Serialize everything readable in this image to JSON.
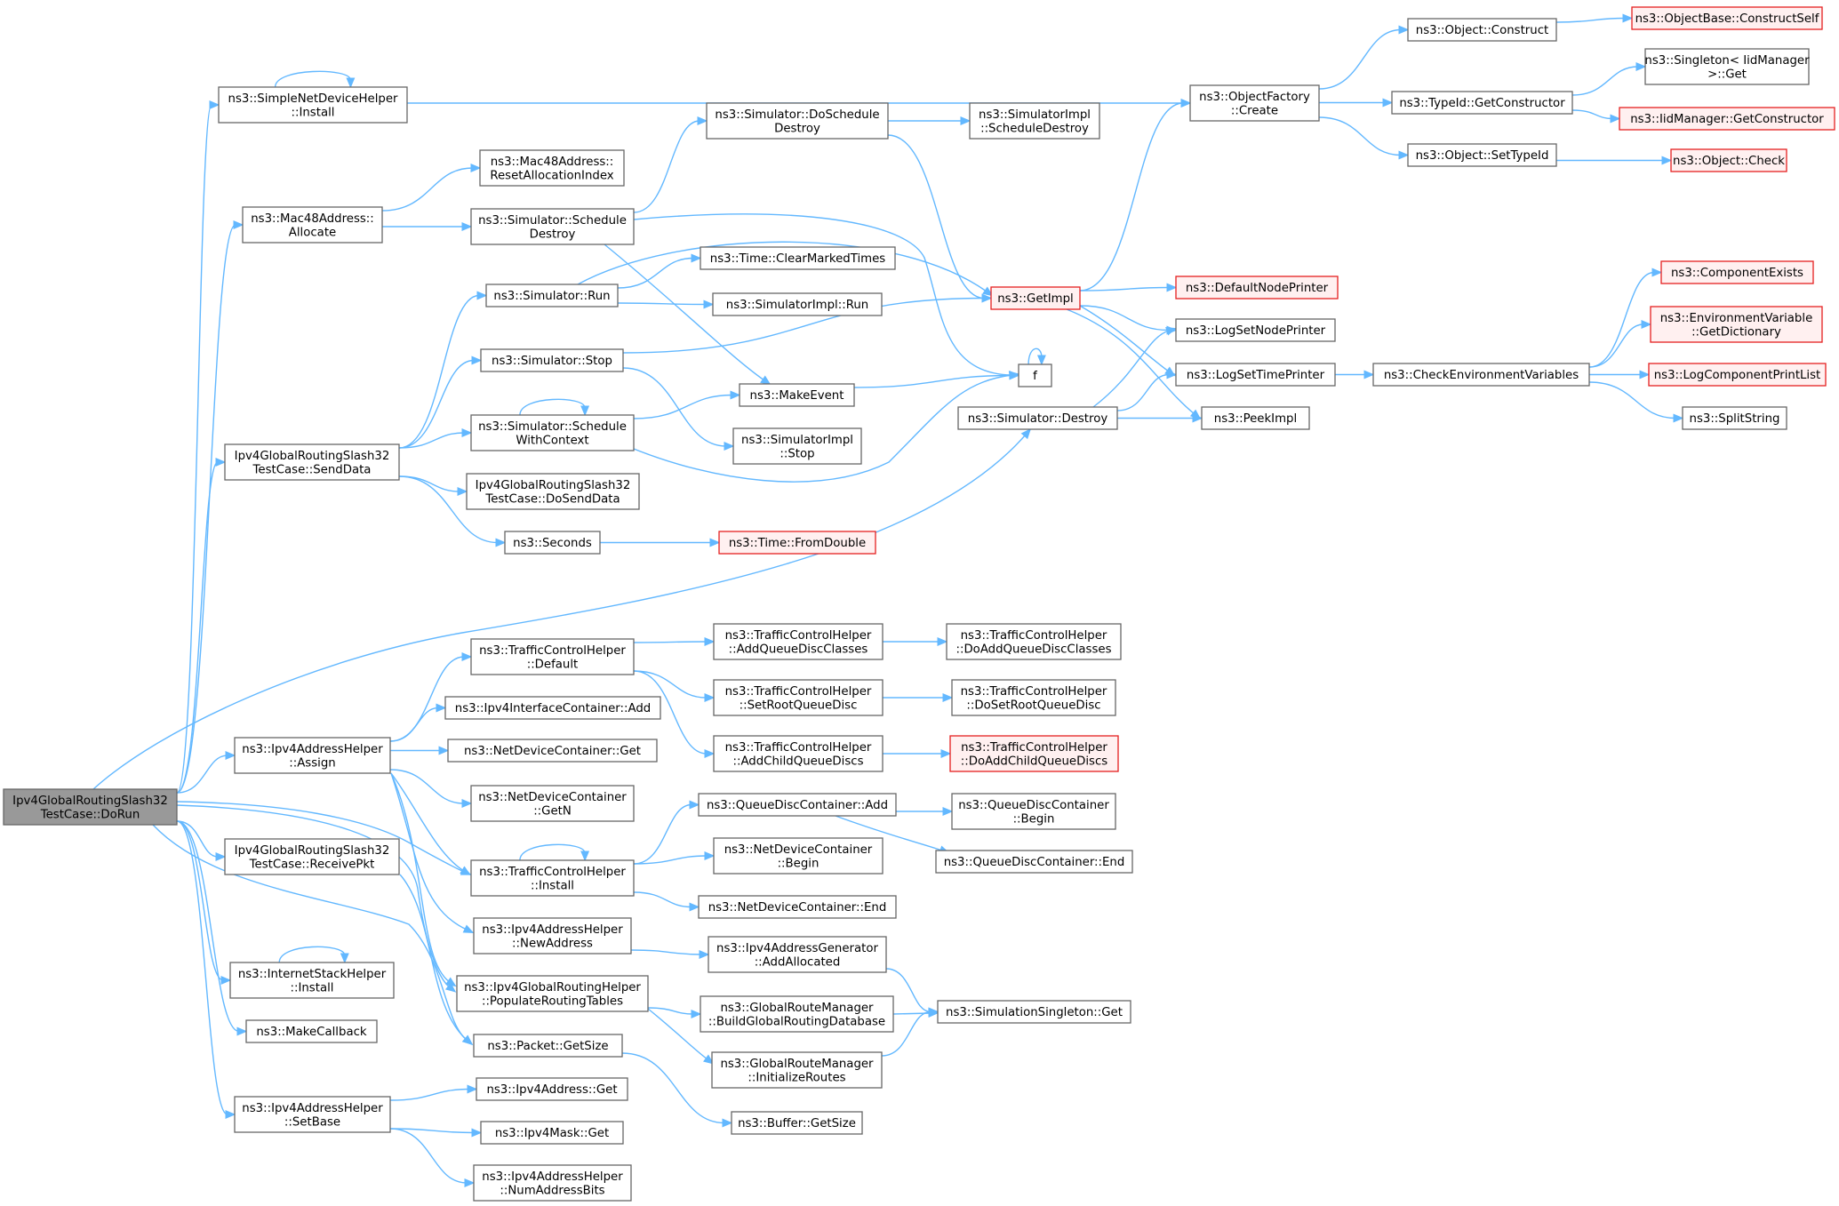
{
  "diagram": {
    "nodes": [
      {
        "id": "dorun",
        "lines": [
          "Ipv4GlobalRoutingSlash32",
          "TestCase::DoRun"
        ],
        "style": "root"
      },
      {
        "id": "sndh_install",
        "lines": [
          "ns3::SimpleNetDeviceHelper",
          "::Install"
        ]
      },
      {
        "id": "mac_alloc",
        "lines": [
          "ns3::Mac48Address::",
          "Allocate"
        ]
      },
      {
        "id": "senddata",
        "lines": [
          "Ipv4GlobalRoutingSlash32",
          "TestCase::SendData"
        ]
      },
      {
        "id": "sim_destroy",
        "lines": [
          "ns3::Simulator::Destroy"
        ]
      },
      {
        "id": "iah_assign",
        "lines": [
          "ns3::Ipv4AddressHelper",
          "::Assign"
        ]
      },
      {
        "id": "receivepkt",
        "lines": [
          "Ipv4GlobalRoutingSlash32",
          "TestCase::ReceivePkt"
        ]
      },
      {
        "id": "ish_install",
        "lines": [
          "ns3::InternetStackHelper",
          "::Install"
        ]
      },
      {
        "id": "makecallback",
        "lines": [
          "ns3::MakeCallback"
        ]
      },
      {
        "id": "iah_setbase",
        "lines": [
          "ns3::Ipv4AddressHelper",
          "::SetBase"
        ]
      },
      {
        "id": "mac_reset",
        "lines": [
          "ns3::Mac48Address::",
          "ResetAllocationIndex"
        ]
      },
      {
        "id": "sim_schedestroy",
        "lines": [
          "ns3::Simulator::Schedule",
          "Destroy"
        ]
      },
      {
        "id": "sim_doschedestroy",
        "lines": [
          "ns3::Simulator::DoSchedule",
          "Destroy"
        ]
      },
      {
        "id": "simimpl_schedestroy",
        "lines": [
          "ns3::SimulatorImpl",
          "::ScheduleDestroy"
        ]
      },
      {
        "id": "sim_run",
        "lines": [
          "ns3::Simulator::Run"
        ]
      },
      {
        "id": "sim_stop",
        "lines": [
          "ns3::Simulator::Stop"
        ]
      },
      {
        "id": "sim_schedctx",
        "lines": [
          "ns3::Simulator::Schedule",
          "WithContext"
        ]
      },
      {
        "id": "dosenddata",
        "lines": [
          "Ipv4GlobalRoutingSlash32",
          "TestCase::DoSendData"
        ]
      },
      {
        "id": "seconds",
        "lines": [
          "ns3::Seconds"
        ]
      },
      {
        "id": "time_clear",
        "lines": [
          "ns3::Time::ClearMarkedTimes"
        ]
      },
      {
        "id": "simimpl_run",
        "lines": [
          "ns3::SimulatorImpl::Run"
        ]
      },
      {
        "id": "makeevent",
        "lines": [
          "ns3::MakeEvent"
        ]
      },
      {
        "id": "simimpl_stop",
        "lines": [
          "ns3::SimulatorImpl",
          "::Stop"
        ]
      },
      {
        "id": "time_fromdouble",
        "lines": [
          "ns3::Time::FromDouble"
        ],
        "style": "red"
      },
      {
        "id": "getimpl",
        "lines": [
          "ns3::GetImpl"
        ],
        "style": "red"
      },
      {
        "id": "f",
        "lines": [
          "f"
        ]
      },
      {
        "id": "objfactory_create",
        "lines": [
          "ns3::ObjectFactory",
          "::Create"
        ]
      },
      {
        "id": "obj_construct",
        "lines": [
          "ns3::Object::Construct"
        ]
      },
      {
        "id": "typeid_getctor",
        "lines": [
          "ns3::TypeId::GetConstructor"
        ]
      },
      {
        "id": "obj_settypeid",
        "lines": [
          "ns3::Object::SetTypeId"
        ]
      },
      {
        "id": "objbase_constructself",
        "lines": [
          "ns3::ObjectBase::ConstructSelf"
        ],
        "style": "red"
      },
      {
        "id": "singleton_get",
        "lines": [
          "ns3::Singleton< IidManager",
          " >::Get"
        ]
      },
      {
        "id": "iidmgr_getctor",
        "lines": [
          "ns3::IidManager::GetConstructor"
        ],
        "style": "red"
      },
      {
        "id": "obj_check",
        "lines": [
          "ns3::Object::Check"
        ],
        "style": "red"
      },
      {
        "id": "defaultnodeprinter",
        "lines": [
          "ns3::DefaultNodePrinter"
        ],
        "style": "red"
      },
      {
        "id": "logsetnodeprinter",
        "lines": [
          "ns3::LogSetNodePrinter"
        ]
      },
      {
        "id": "logsettimeprinter",
        "lines": [
          "ns3::LogSetTimePrinter"
        ]
      },
      {
        "id": "peekimpl",
        "lines": [
          "ns3::PeekImpl"
        ]
      },
      {
        "id": "checkenv",
        "lines": [
          "ns3::CheckEnvironmentVariables"
        ]
      },
      {
        "id": "compexists",
        "lines": [
          "ns3::ComponentExists"
        ],
        "style": "red"
      },
      {
        "id": "envvar_getdict",
        "lines": [
          "ns3::EnvironmentVariable",
          "::GetDictionary"
        ],
        "style": "red"
      },
      {
        "id": "logcompprintlist",
        "lines": [
          "ns3::LogComponentPrintList"
        ],
        "style": "red"
      },
      {
        "id": "splitstring",
        "lines": [
          "ns3::SplitString"
        ]
      },
      {
        "id": "tch_default",
        "lines": [
          "ns3::TrafficControlHelper",
          "::Default"
        ]
      },
      {
        "id": "ipv4ic_add",
        "lines": [
          "ns3::Ipv4InterfaceContainer::Add"
        ]
      },
      {
        "id": "ndc_get",
        "lines": [
          "ns3::NetDeviceContainer::Get"
        ]
      },
      {
        "id": "ndc_getn",
        "lines": [
          "ns3::NetDeviceContainer",
          "::GetN"
        ]
      },
      {
        "id": "tch_install",
        "lines": [
          "ns3::TrafficControlHelper",
          "::Install"
        ]
      },
      {
        "id": "iah_newaddress",
        "lines": [
          "ns3::Ipv4AddressHelper",
          "::NewAddress"
        ]
      },
      {
        "id": "igrh_populate",
        "lines": [
          "ns3::Ipv4GlobalRoutingHelper",
          "::PopulateRoutingTables"
        ]
      },
      {
        "id": "packet_getsize",
        "lines": [
          "ns3::Packet::GetSize"
        ]
      },
      {
        "id": "ipv4addr_get",
        "lines": [
          "ns3::Ipv4Address::Get"
        ]
      },
      {
        "id": "ipv4mask_get",
        "lines": [
          "ns3::Ipv4Mask::Get"
        ]
      },
      {
        "id": "iah_numaddrbits",
        "lines": [
          "ns3::Ipv4AddressHelper",
          "::NumAddressBits"
        ]
      },
      {
        "id": "tch_addqdclasses",
        "lines": [
          "ns3::TrafficControlHelper",
          "::AddQueueDiscClasses"
        ]
      },
      {
        "id": "tch_setrootqd",
        "lines": [
          "ns3::TrafficControlHelper",
          "::SetRootQueueDisc"
        ]
      },
      {
        "id": "tch_addchildqds",
        "lines": [
          "ns3::TrafficControlHelper",
          "::AddChildQueueDiscs"
        ]
      },
      {
        "id": "tch_doaddqdclasses",
        "lines": [
          "ns3::TrafficControlHelper",
          "::DoAddQueueDiscClasses"
        ]
      },
      {
        "id": "tch_dosetrootqd",
        "lines": [
          "ns3::TrafficControlHelper",
          "::DoSetRootQueueDisc"
        ]
      },
      {
        "id": "tch_doaddchildqds",
        "lines": [
          "ns3::TrafficControlHelper",
          "::DoAddChildQueueDiscs"
        ],
        "style": "red"
      },
      {
        "id": "qdc_add",
        "lines": [
          "ns3::QueueDiscContainer::Add"
        ]
      },
      {
        "id": "ndc_begin",
        "lines": [
          "ns3::NetDeviceContainer",
          "::Begin"
        ]
      },
      {
        "id": "ndc_end",
        "lines": [
          "ns3::NetDeviceContainer::End"
        ]
      },
      {
        "id": "qdc_begin",
        "lines": [
          "ns3::QueueDiscContainer",
          "::Begin"
        ]
      },
      {
        "id": "qdc_end",
        "lines": [
          "ns3::QueueDiscContainer::End"
        ]
      },
      {
        "id": "iag_addallocated",
        "lines": [
          "ns3::Ipv4AddressGenerator",
          "::AddAllocated"
        ]
      },
      {
        "id": "grm_buildgrdb",
        "lines": [
          "ns3::GlobalRouteManager",
          "::BuildGlobalRoutingDatabase"
        ]
      },
      {
        "id": "grm_initroutes",
        "lines": [
          "ns3::GlobalRouteManager",
          "::InitializeRoutes"
        ]
      },
      {
        "id": "simsingleton_get",
        "lines": [
          "ns3::SimulationSingleton::Get"
        ]
      },
      {
        "id": "buffer_getsize",
        "lines": [
          "ns3::Buffer::GetSize"
        ]
      }
    ],
    "edges": [
      [
        "dorun",
        "sndh_install"
      ],
      [
        "dorun",
        "mac_alloc"
      ],
      [
        "dorun",
        "senddata"
      ],
      [
        "dorun",
        "sim_destroy"
      ],
      [
        "dorun",
        "iah_assign"
      ],
      [
        "dorun",
        "receivepkt"
      ],
      [
        "dorun",
        "ish_install"
      ],
      [
        "dorun",
        "makecallback"
      ],
      [
        "dorun",
        "iah_setbase"
      ],
      [
        "dorun",
        "tch_install"
      ],
      [
        "dorun",
        "igrh_populate"
      ],
      [
        "dorun",
        "packet_getsize"
      ],
      [
        "sndh_install",
        "sndh_install"
      ],
      [
        "sndh_install",
        "objfactory_create"
      ],
      [
        "mac_alloc",
        "mac_reset"
      ],
      [
        "mac_alloc",
        "sim_schedestroy"
      ],
      [
        "sim_schedestroy",
        "sim_doschedestroy"
      ],
      [
        "sim_schedestroy",
        "makeevent"
      ],
      [
        "sim_schedestroy",
        "f"
      ],
      [
        "sim_doschedestroy",
        "simimpl_schedestroy"
      ],
      [
        "sim_doschedestroy",
        "getimpl"
      ],
      [
        "senddata",
        "sim_run"
      ],
      [
        "senddata",
        "sim_stop"
      ],
      [
        "senddata",
        "sim_schedctx"
      ],
      [
        "senddata",
        "dosenddata"
      ],
      [
        "senddata",
        "seconds"
      ],
      [
        "sim_run",
        "getimpl"
      ],
      [
        "sim_run",
        "time_clear"
      ],
      [
        "sim_run",
        "simimpl_run"
      ],
      [
        "sim_stop",
        "getimpl"
      ],
      [
        "sim_stop",
        "simimpl_stop"
      ],
      [
        "sim_schedctx",
        "sim_schedctx"
      ],
      [
        "sim_schedctx",
        "makeevent"
      ],
      [
        "sim_schedctx",
        "f"
      ],
      [
        "seconds",
        "time_fromdouble"
      ],
      [
        "makeevent",
        "f"
      ],
      [
        "f",
        "f"
      ],
      [
        "getimpl",
        "objfactory_create"
      ],
      [
        "getimpl",
        "defaultnodeprinter"
      ],
      [
        "getimpl",
        "logsetnodeprinter"
      ],
      [
        "getimpl",
        "logsettimeprinter"
      ],
      [
        "getimpl",
        "peekimpl"
      ],
      [
        "sim_destroy",
        "logsetnodeprinter"
      ],
      [
        "sim_destroy",
        "logsettimeprinter"
      ],
      [
        "sim_destroy",
        "peekimpl"
      ],
      [
        "objfactory_create",
        "obj_construct"
      ],
      [
        "objfactory_create",
        "typeid_getctor"
      ],
      [
        "objfactory_create",
        "obj_settypeid"
      ],
      [
        "obj_construct",
        "objbase_constructself"
      ],
      [
        "typeid_getctor",
        "singleton_get"
      ],
      [
        "typeid_getctor",
        "iidmgr_getctor"
      ],
      [
        "obj_settypeid",
        "obj_check"
      ],
      [
        "logsettimeprinter",
        "checkenv"
      ],
      [
        "checkenv",
        "compexists"
      ],
      [
        "checkenv",
        "envvar_getdict"
      ],
      [
        "checkenv",
        "logcompprintlist"
      ],
      [
        "checkenv",
        "splitstring"
      ],
      [
        "iah_assign",
        "tch_default"
      ],
      [
        "iah_assign",
        "ipv4ic_add"
      ],
      [
        "iah_assign",
        "ndc_get"
      ],
      [
        "iah_assign",
        "ndc_getn"
      ],
      [
        "iah_assign",
        "tch_install"
      ],
      [
        "iah_assign",
        "iah_newaddress"
      ],
      [
        "iah_assign",
        "igrh_populate"
      ],
      [
        "tch_default",
        "tch_addqdclasses"
      ],
      [
        "tch_default",
        "tch_setrootqd"
      ],
      [
        "tch_default",
        "tch_addchildqds"
      ],
      [
        "tch_addqdclasses",
        "tch_doaddqdclasses"
      ],
      [
        "tch_setrootqd",
        "tch_dosetrootqd"
      ],
      [
        "tch_addchildqds",
        "tch_doaddchildqds"
      ],
      [
        "tch_install",
        "tch_install"
      ],
      [
        "tch_install",
        "qdc_add"
      ],
      [
        "tch_install",
        "ndc_begin"
      ],
      [
        "tch_install",
        "ndc_end"
      ],
      [
        "qdc_add",
        "qdc_begin"
      ],
      [
        "qdc_add",
        "qdc_end"
      ],
      [
        "iah_newaddress",
        "iag_addallocated"
      ],
      [
        "iag_addallocated",
        "simsingleton_get"
      ],
      [
        "igrh_populate",
        "grm_buildgrdb"
      ],
      [
        "igrh_populate",
        "grm_initroutes"
      ],
      [
        "grm_buildgrdb",
        "simsingleton_get"
      ],
      [
        "grm_initroutes",
        "simsingleton_get"
      ],
      [
        "receivepkt",
        "packet_getsize"
      ],
      [
        "packet_getsize",
        "buffer_getsize"
      ],
      [
        "ish_install",
        "ish_install"
      ],
      [
        "iah_setbase",
        "ipv4addr_get"
      ],
      [
        "iah_setbase",
        "ipv4mask_get"
      ],
      [
        "iah_setbase",
        "iah_numaddrbits"
      ]
    ],
    "colors": {
      "edge": "#63b8ff",
      "node_border": "#666666",
      "root_fill": "#999999",
      "red_border": "#e52020",
      "red_fill": "#fff0f0"
    }
  }
}
